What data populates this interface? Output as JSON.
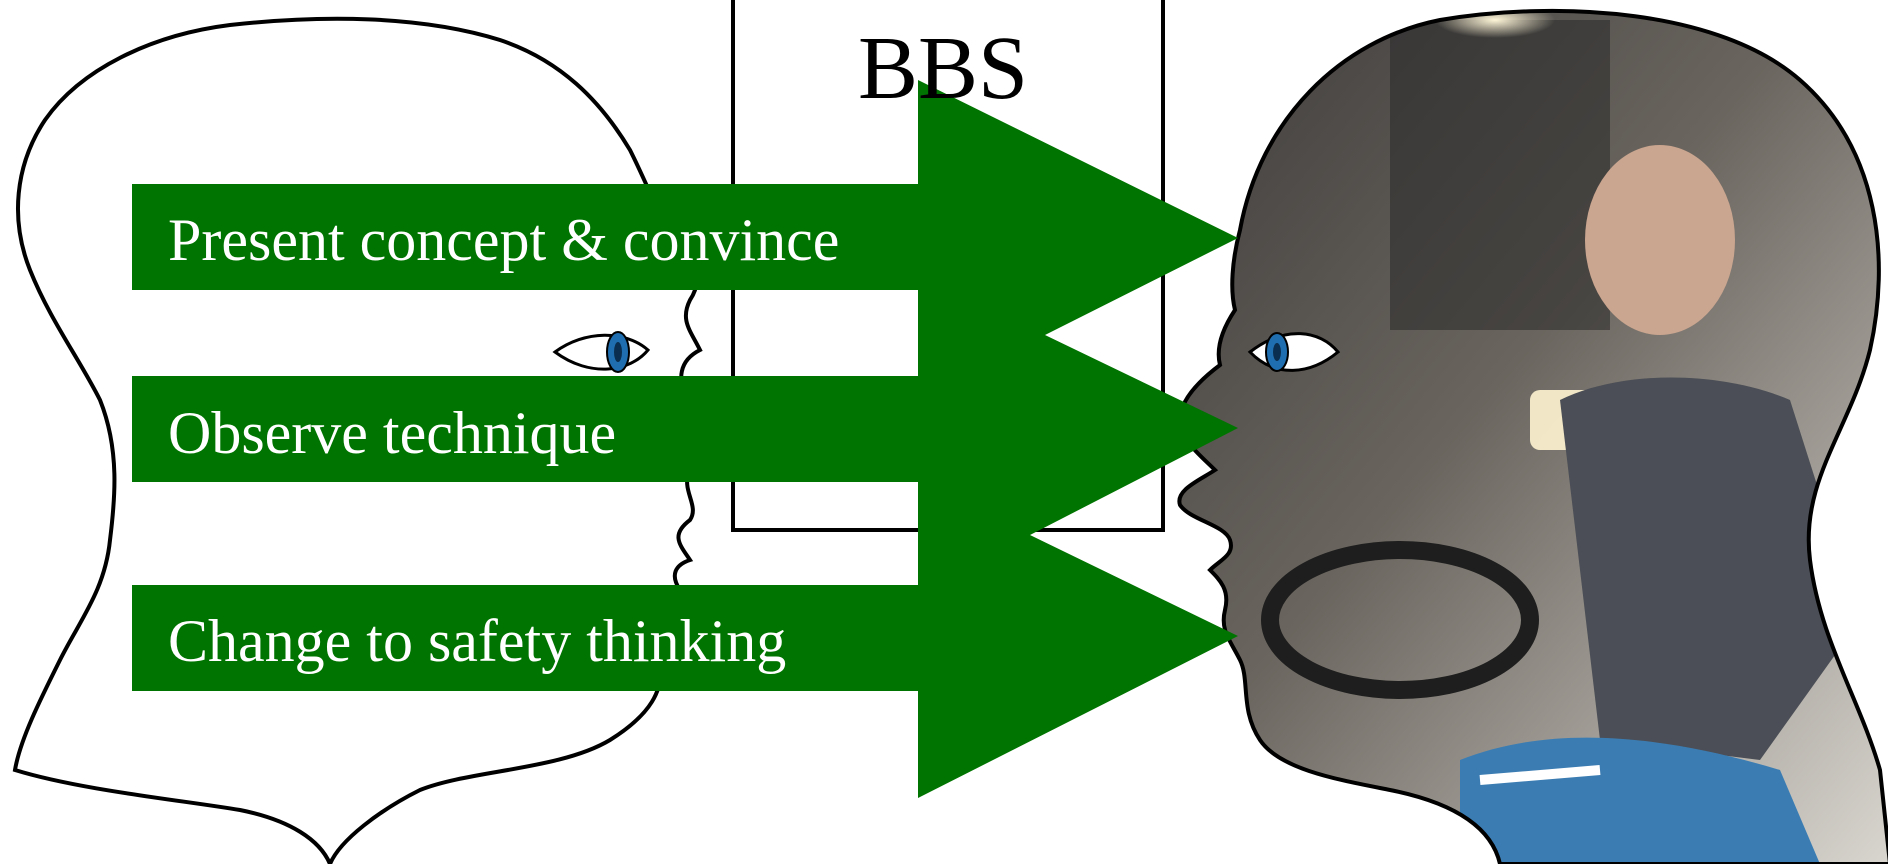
{
  "title": "BBS",
  "steps": [
    {
      "label": "Present concept & convince"
    },
    {
      "label": "Observe technique"
    },
    {
      "label": "Change to safety thinking"
    }
  ],
  "colors": {
    "arrow": "#007400",
    "head_outline": "#000000",
    "iris": "#1f6fb0",
    "photo_dark": "#3c3a3a",
    "photo_light": "#d9d6cf"
  },
  "icons": [
    "left-head-silhouette",
    "right-head-photo",
    "eye-icon"
  ]
}
